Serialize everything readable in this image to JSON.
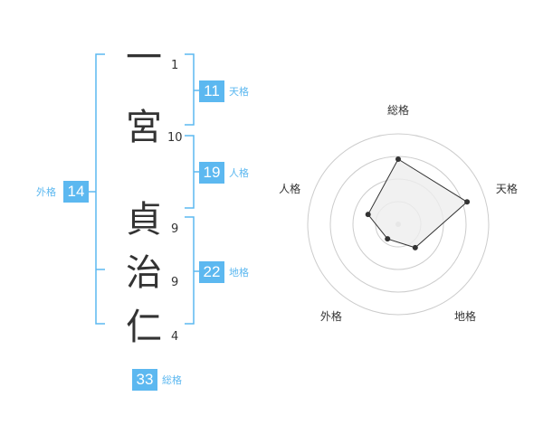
{
  "name": {
    "characters": [
      {
        "char": "一",
        "strokes": "1"
      },
      {
        "char": "宮",
        "strokes": "10"
      },
      {
        "char": "貞",
        "strokes": "9"
      },
      {
        "char": "治",
        "strokes": "9"
      },
      {
        "char": "仁",
        "strokes": "4"
      }
    ]
  },
  "kaku": {
    "tenkaku": {
      "value": "11",
      "label": "天格"
    },
    "jinkaku": {
      "value": "19",
      "label": "人格"
    },
    "chikaku": {
      "value": "22",
      "label": "地格"
    },
    "gaikaku": {
      "value": "14",
      "label": "外格"
    },
    "soukaku": {
      "value": "33",
      "label": "総格"
    }
  },
  "colors": {
    "accent": "#5cb8f0",
    "text": "#333333",
    "grid": "#cccccc",
    "fill": "#eeeeee"
  },
  "chart_data": {
    "type": "radar",
    "axes": [
      "総格",
      "天格",
      "地格",
      "外格",
      "人格"
    ],
    "values": [
      0.72,
      0.8,
      0.32,
      0.2,
      0.35
    ],
    "rings": 4,
    "range": [
      0,
      1
    ]
  }
}
